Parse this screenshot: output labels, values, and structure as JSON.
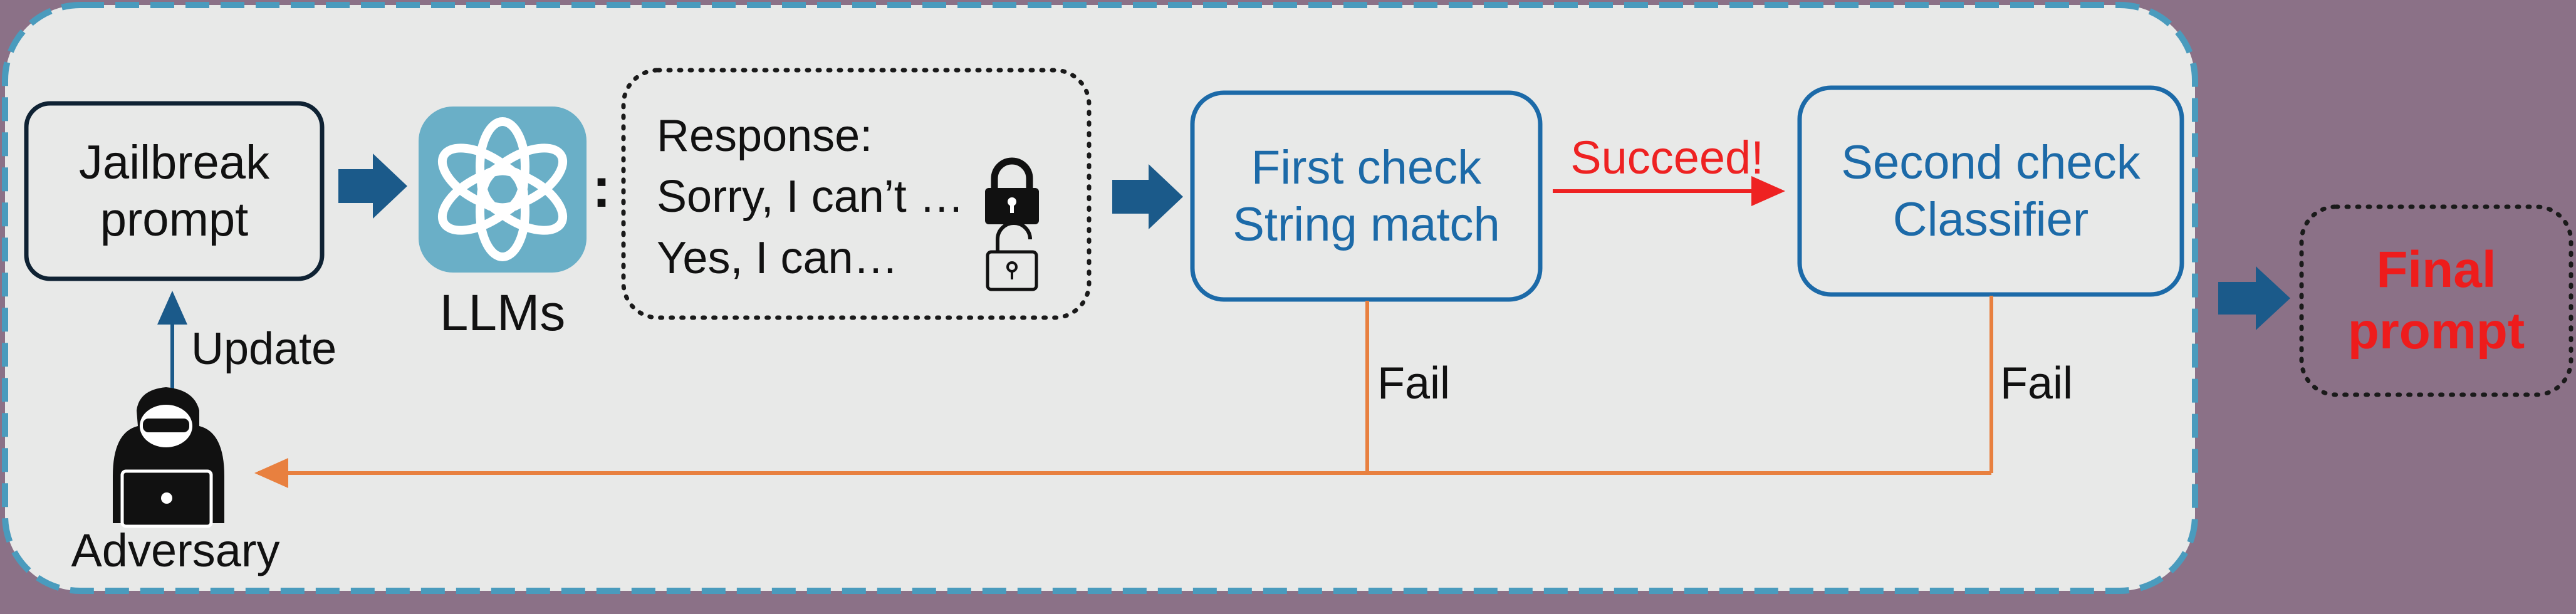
{
  "nodes": {
    "jailbreak": {
      "line1": "Jailbreak",
      "line2": "prompt"
    },
    "llm": {
      "label": "LLMs",
      "icon": "openai-logo-icon"
    },
    "response": {
      "title": "Response:",
      "refusal": "Sorry, I can’t …",
      "comply": "Yes, I can…"
    },
    "first_check": {
      "line1": "First check",
      "line2": "String match"
    },
    "second_check": {
      "line1": "Second check",
      "line2": "Classifier"
    },
    "final_prompt": {
      "line1": "Final",
      "line2": "prompt"
    },
    "adversary": {
      "label": "Adversary",
      "icon": "hacker-icon"
    }
  },
  "edges": {
    "update": "Update",
    "succeed": "Succeed!",
    "fail_first": "Fail",
    "fail_second": "Fail",
    "colon": ":"
  },
  "colors": {
    "background": "#8b7187",
    "panel_fill": "#e8e9e8",
    "panel_border": "#4a9bbd",
    "check_blue": "#1c6aa8",
    "arrow_navy": "#1b5a8a",
    "fail_orange": "#e8803f",
    "succeed_red": "#ee2222",
    "final_red": "#ee1c1c",
    "llm_teal": "#6aafc7"
  }
}
